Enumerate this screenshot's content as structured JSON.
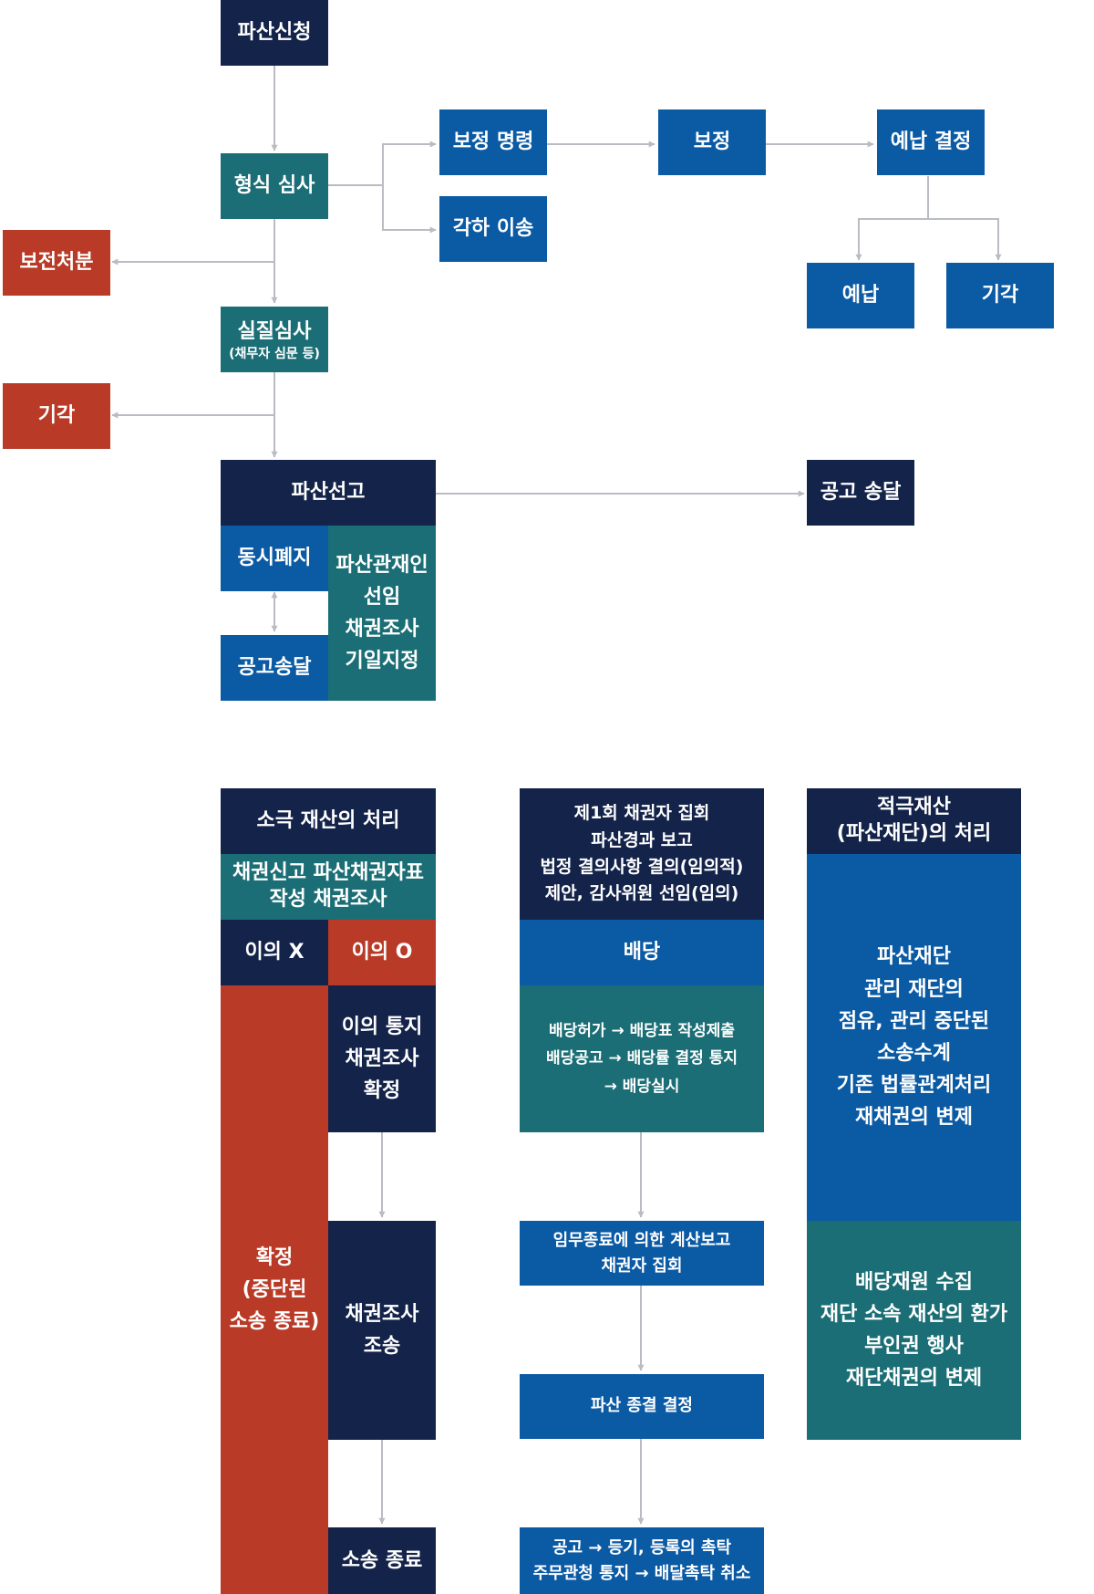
{
  "colors": {
    "navy": "#14234a",
    "teal": "#1b6e75",
    "blue": "#0b5aa4",
    "red": "#b83a27",
    "connector": "#b9bcc2"
  },
  "top": {
    "application": "파산신청",
    "formal_review": "형식 심사",
    "preservation": "보전처분",
    "substantive_review": "실질심사",
    "substantive_review_note": "(채무자 심문 등)",
    "dismissal_left": "기각",
    "correction_order": "보정 명령",
    "rejection_transfer": "각하 이송",
    "correction": "보정",
    "advance_payment_decision": "예납 결정",
    "advance_payment": "예납",
    "dismissal_right": "기각",
    "bankruptcy_declaration": "파산선고",
    "public_notice_right": "공고 송달",
    "simultaneous_abolition": "동시폐지",
    "public_notice_left": "공고송달",
    "trustee_lines": [
      "파산관재인",
      "선임",
      "채권조사",
      "기일지정"
    ]
  },
  "col1": {
    "header": "소극 재산의 처리",
    "claims_lines": [
      "채권신고 파산채권자표",
      "작성 채권조사"
    ],
    "no_objection": "이의 X",
    "objection": "이의 O",
    "confirmed_lines": [
      "확정",
      "(중단된",
      "소송 종료)"
    ],
    "objection_notice_lines": [
      "이의 통지",
      "채권조사",
      "확정"
    ],
    "claim_lawsuit_lines": [
      "채권조사",
      "조송"
    ],
    "lawsuit_end": "소송 종료"
  },
  "col2": {
    "meeting_lines": [
      "제1회 채권자 집회",
      "파산경과 보고",
      "법정 결의사항 결의(임의적)",
      "제안, 감사위원 선임(임의)"
    ],
    "dividend": "배당",
    "dividend_steps_lines": [
      "배당허가 → 배당표 작성제출",
      "배당공고 → 배당률 결정 통지",
      "→ 배당실시"
    ],
    "final_report_lines": [
      "임무종료에 의한 계산보고",
      "채권자 집회"
    ],
    "closing_decision": "파산 종결 결정",
    "registry_lines": [
      "공고 → 등기, 등록의 촉탁",
      "주무관청 통지 → 배달촉탁 취소"
    ]
  },
  "col3": {
    "header_lines": [
      "적극재산",
      "(파산재단)의 처리"
    ],
    "estate_lines": [
      "파산재단",
      "관리 재단의",
      "점유, 관리 중단된",
      "소송수계",
      "기존 법률관계처리",
      "재채권의 변제"
    ],
    "distribution_lines": [
      "배당재원 수집",
      "재단 소속 재산의 환가",
      "부인권 행사",
      "재단채권의 변제"
    ]
  }
}
